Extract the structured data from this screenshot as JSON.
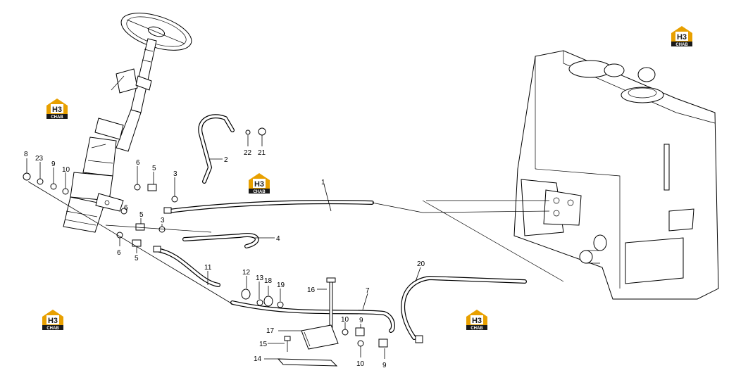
{
  "logo": {
    "brand_text": "H3",
    "sub_text": "CHAB",
    "colors": {
      "gold": "#e8a000",
      "dark": "#1a1a1a"
    }
  },
  "callouts": [
    {
      "id": "1",
      "label": "1"
    },
    {
      "id": "2",
      "label": "2"
    },
    {
      "id": "3a",
      "label": "3"
    },
    {
      "id": "3b",
      "label": "3"
    },
    {
      "id": "4",
      "label": "4"
    },
    {
      "id": "5a",
      "label": "5"
    },
    {
      "id": "5b",
      "label": "5"
    },
    {
      "id": "5c",
      "label": "5"
    },
    {
      "id": "6a",
      "label": "6"
    },
    {
      "id": "6b",
      "label": "6"
    },
    {
      "id": "6c",
      "label": "6"
    },
    {
      "id": "7",
      "label": "7"
    },
    {
      "id": "8",
      "label": "8"
    },
    {
      "id": "9a",
      "label": "9"
    },
    {
      "id": "9b",
      "label": "9"
    },
    {
      "id": "9c",
      "label": "9"
    },
    {
      "id": "10a",
      "label": "10"
    },
    {
      "id": "10b",
      "label": "10"
    },
    {
      "id": "10c",
      "label": "10"
    },
    {
      "id": "11",
      "label": "11"
    },
    {
      "id": "12",
      "label": "12"
    },
    {
      "id": "13",
      "label": "13"
    },
    {
      "id": "14",
      "label": "14"
    },
    {
      "id": "15",
      "label": "15"
    },
    {
      "id": "16",
      "label": "16"
    },
    {
      "id": "17",
      "label": "17"
    },
    {
      "id": "18",
      "label": "18"
    },
    {
      "id": "19",
      "label": "19"
    },
    {
      "id": "20",
      "label": "20"
    },
    {
      "id": "21",
      "label": "21"
    },
    {
      "id": "22",
      "label": "22"
    },
    {
      "id": "23",
      "label": "23"
    }
  ]
}
